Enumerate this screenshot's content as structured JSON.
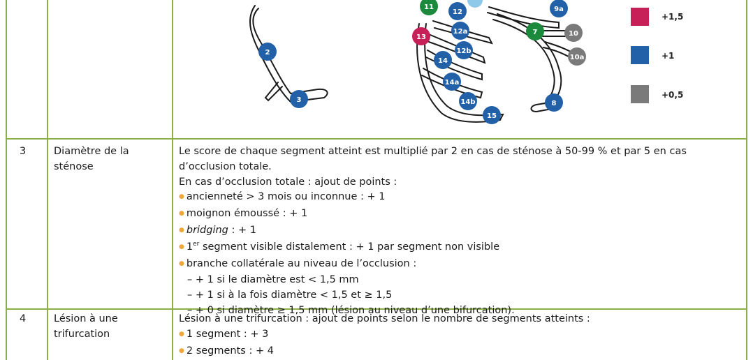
{
  "diagram": {
    "segments": [
      "11",
      "12",
      "13",
      "12a",
      "12b",
      "14",
      "14a",
      "14b",
      "15",
      "9a",
      "7",
      "10",
      "10a",
      "8",
      "2",
      "3"
    ],
    "colors": {
      "green": "#1b8a3c",
      "blue": "#2261a8",
      "magenta": "#c71f57",
      "grey": "#7a7a7a",
      "light_blue": "#8fc9ea"
    }
  },
  "legend": [
    {
      "color": "#c71f57",
      "label": "+1,5"
    },
    {
      "color": "#2261a8",
      "label": "+1"
    },
    {
      "color": "#7a7a7a",
      "label": "+0,5"
    }
  ],
  "rows": [
    {
      "number": "3",
      "label_line1": "Diamètre de la",
      "label_line2": "sténose",
      "line1": "Le score de chaque segment atteint est multiplié par 2 en cas de sténose à 50-99 % et par 5 en cas",
      "line2": "d’occlusion totale.",
      "line3": "En cas d’occlusion totale : ajout de points :",
      "b1": "ancienneté > 3 mois ou inconnue : + 1",
      "b2": "moignon émoussé : + 1",
      "b3_italic": "bridging",
      "b3_rest": " : + 1",
      "b4_num": "1",
      "b4_sup": "er",
      "b4_rest": " segment visible distalement : + 1 par segment non visible",
      "b5": "branche collatérale au niveau de l’occlusion :",
      "s1": "– + 1 si le diamètre est < 1,5 mm",
      "s2": "– + 1 si à la fois diamètre < 1,5 et ≥ 1,5",
      "s3": "– + 0 si diamètre ≥ 1,5 mm (lésion au niveau d’une bifurcation)."
    },
    {
      "number": "4",
      "label_line1": "Lésion à une",
      "label_line2": "trifurcation",
      "line1": "Lésion à une trifurcation : ajout de points selon le nombre de segments atteints :",
      "b1": "1 segment : + 3",
      "b2": "2 segments : + 4"
    }
  ]
}
